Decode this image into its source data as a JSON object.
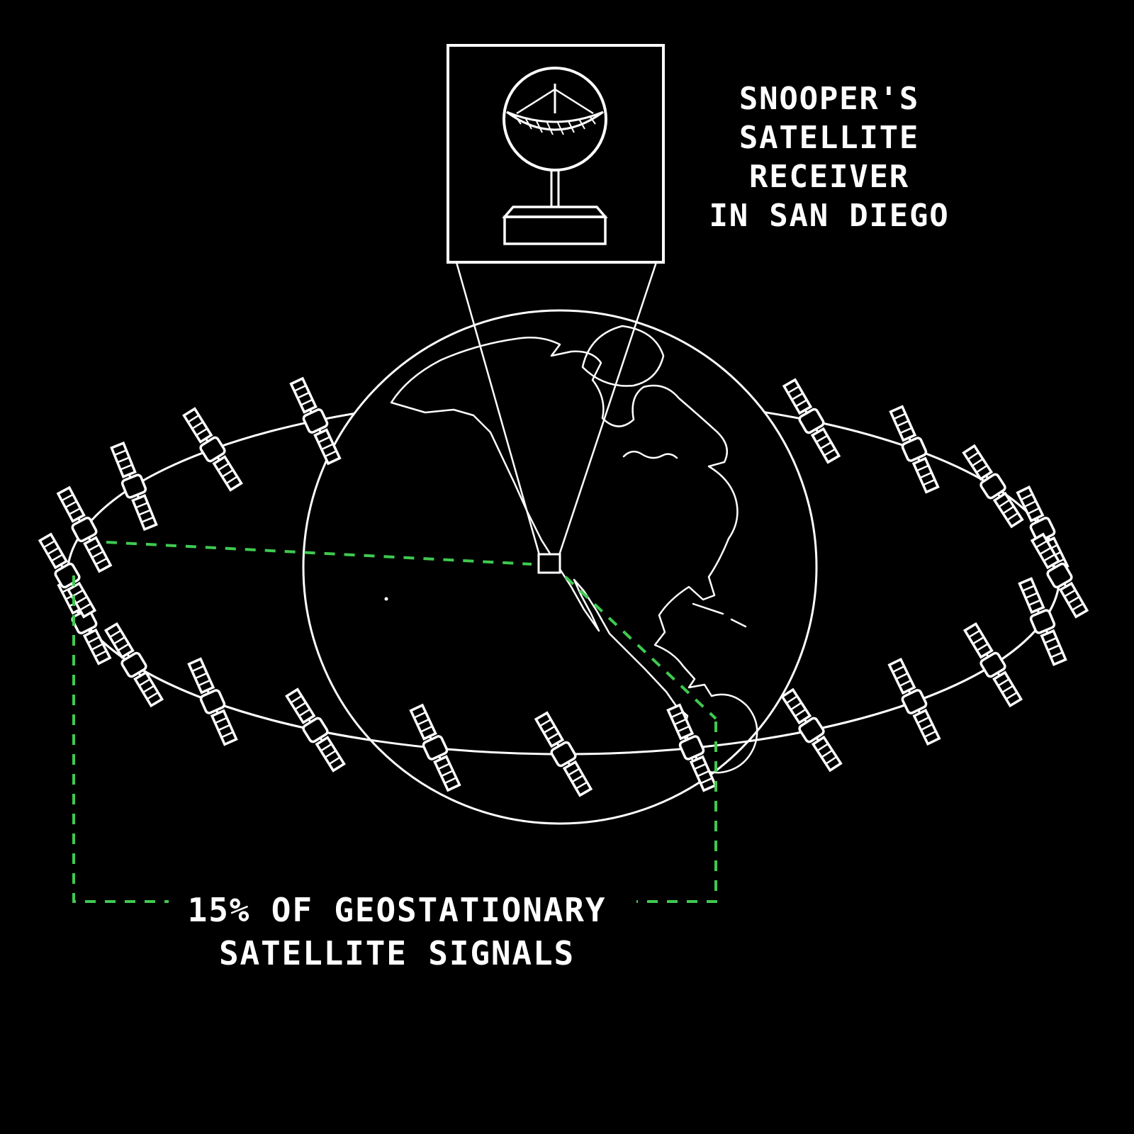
{
  "diagram": {
    "title": "Snooper satellite receiver coverage diagram",
    "colors": {
      "background": "#000000",
      "line": "#ffffff",
      "accent_green": "#3fca50"
    },
    "satellite_count_visible": 21,
    "receiver_label": {
      "line1": "SNOOPER'S",
      "line2": "SATELLITE",
      "line3": "RECEIVER",
      "line4": "IN SAN DIEGO"
    },
    "coverage_label": {
      "line1": "15% OF GEOSTATIONARY",
      "line2": "SATELLITE SIGNALS"
    }
  }
}
